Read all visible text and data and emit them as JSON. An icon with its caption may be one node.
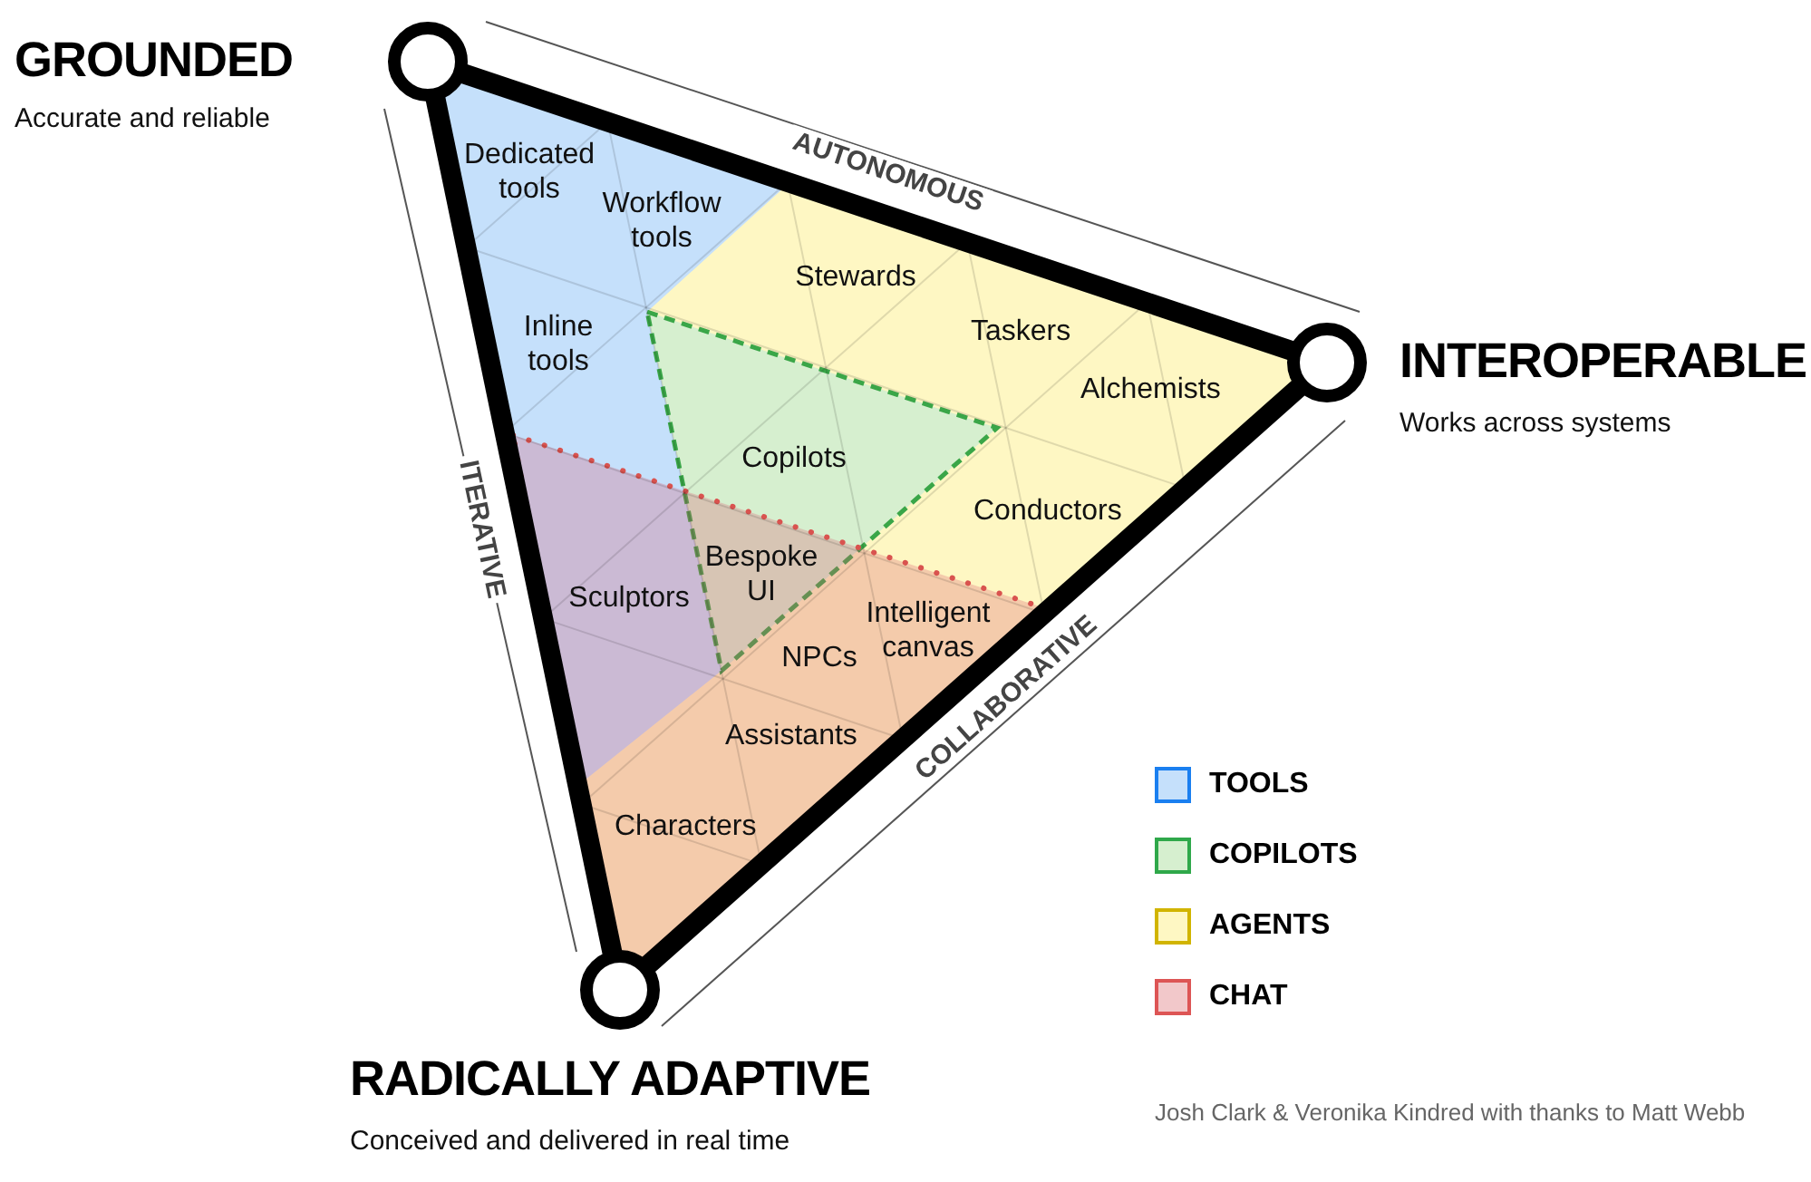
{
  "diagram": {
    "nodes": [
      {
        "text": [],
        "shape": "circle",
        "beside": [
          "GROUNDED",
          "Accurate and reliable"
        ]
      },
      {
        "text": [],
        "shape": "circle",
        "beside": [
          "INTEROPERABLE",
          "Works across systems"
        ]
      },
      {
        "text": [],
        "shape": "circle",
        "beside": [
          "RADICALLY ADAPTIVE",
          "Conceived and delivered in real time"
        ]
      }
    ],
    "edges": [
      {
        "from": 0,
        "to": 1,
        "arrow": "none"
      },
      {
        "from": 1,
        "to": 2,
        "arrow": "none"
      },
      {
        "from": 2,
        "to": 0,
        "arrow": "none"
      }
    ],
    "labels": [
      "AUTONOMOUS",
      "Dedicated tools",
      "Workflow tools",
      "Stewards",
      "Taskers",
      "Inline tools",
      "Alchemists",
      "Copilots",
      "ITERATIVE",
      "Conductors",
      "Bespoke UI",
      "Sculptors",
      "Intelligent canvas",
      "NPCs",
      "COLLABORATIVE",
      "Assistants",
      "Characters",
      "Josh Clark & Veronika Kindred with thanks to Matt Webb"
    ],
    "legend": [
      {
        "text": "TOOLS",
        "color": "#c5e0fb"
      },
      {
        "text": "COPILOTS",
        "color": "#d6efcf"
      },
      {
        "text": "AGENTS",
        "color": "#fef7c3"
      },
      {
        "text": "CHAT",
        "color": "#f2c8ca"
      }
    ]
  }
}
